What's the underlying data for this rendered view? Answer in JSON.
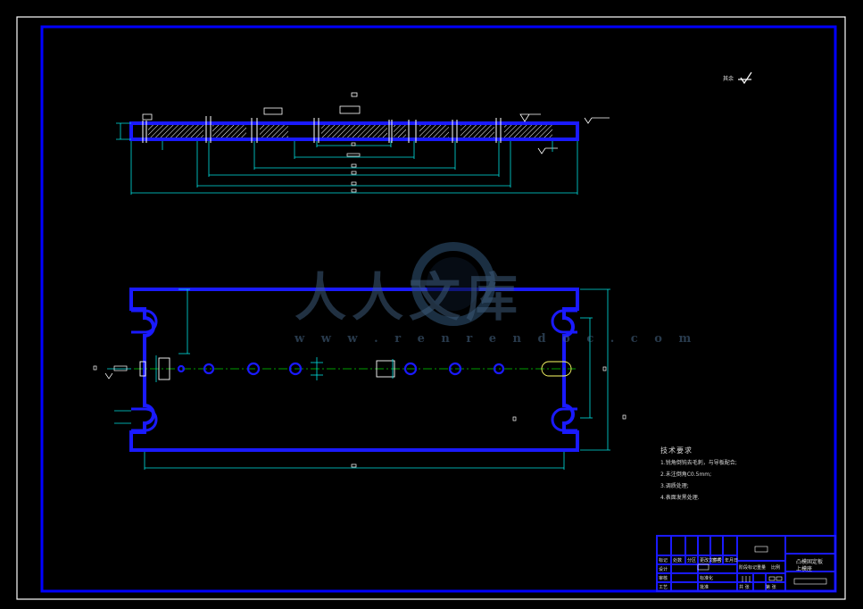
{
  "watermark": {
    "chinese": "人人文库",
    "url": "w w w . r e n r e n d o c . c o m"
  },
  "drawing": {
    "roughness_mark": "其余",
    "colors": {
      "background": "#000000",
      "frame": "#0000ff",
      "outline": "#1a1aff",
      "dimension": "#00e0e0",
      "centerline": "#00d000",
      "hatch": "#ffffff"
    }
  },
  "technical_requirements": {
    "title": "技术要求",
    "items": [
      "1.锐角倒钝去毛刺，与导板配合;",
      "2.未注倒角C0.5mm;",
      "3.调质处理;",
      "4.表面发黑处理."
    ]
  },
  "title_block": {
    "cells": [
      "标记",
      "处数",
      "分区",
      "更改文件号",
      "签名",
      "年月日",
      "设计",
      "标准化",
      "阶段标记",
      "重量",
      "比例",
      "审核",
      "工艺",
      "批准",
      "共 张",
      "第 张"
    ],
    "right_top": "凸模固定板",
    "right_bottom": "上模座"
  }
}
